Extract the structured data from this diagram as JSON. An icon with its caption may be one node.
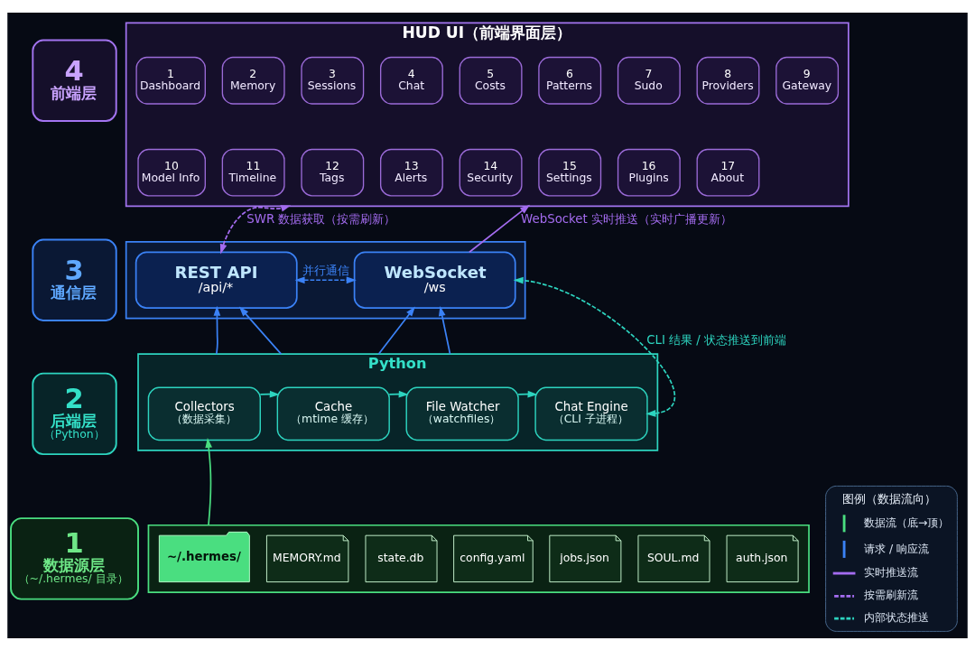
{
  "diagram": {
    "nodes": [
      {
        "text": [
          "4",
          "前端层"
        ]
      },
      {
        "text": [
          "HUD UI（前端界面层）"
        ]
      },
      {
        "text": [
          "1",
          "Dashboard"
        ],
        "in": 1
      },
      {
        "text": [
          "2",
          "Memory"
        ],
        "in": 1
      },
      {
        "text": [
          "3",
          "Sessions"
        ],
        "in": 1
      },
      {
        "text": [
          "4",
          "Chat"
        ],
        "in": 1
      },
      {
        "text": [
          "5",
          "Costs"
        ],
        "in": 1
      },
      {
        "text": [
          "6",
          "Patterns"
        ],
        "in": 1
      },
      {
        "text": [
          "7",
          "Sudo"
        ],
        "in": 1
      },
      {
        "text": [
          "8",
          "Providers"
        ],
        "in": 1
      },
      {
        "text": [
          "9",
          "Gateway"
        ],
        "in": 1
      },
      {
        "text": [
          "10",
          "Model Info"
        ],
        "in": 1
      },
      {
        "text": [
          "11",
          "Timeline"
        ],
        "in": 1
      },
      {
        "text": [
          "12",
          "Tags"
        ],
        "in": 1
      },
      {
        "text": [
          "13",
          "Alerts"
        ],
        "in": 1
      },
      {
        "text": [
          "14",
          "Security"
        ],
        "in": 1
      },
      {
        "text": [
          "15",
          "Settings"
        ],
        "in": 1
      },
      {
        "text": [
          "16",
          "Plugins"
        ],
        "in": 1
      },
      {
        "text": [
          "17",
          "About"
        ],
        "in": 1
      },
      {
        "text": [
          "3",
          "通信层"
        ]
      },
      {
        "text": [],
        "shape": "box"
      },
      {
        "text": [
          "REST API",
          "/api/*"
        ],
        "in": 20
      },
      {
        "text": [
          "WebSocket",
          "/ws"
        ],
        "in": 20
      },
      {
        "text": [
          "2",
          "后端层",
          "（Python）"
        ]
      },
      {
        "text": [
          "Python"
        ]
      },
      {
        "text": [
          "Collectors",
          "（数据采集）"
        ],
        "in": 24
      },
      {
        "text": [
          "Cache",
          "（mtime 缓存）"
        ],
        "in": 24
      },
      {
        "text": [
          "File Watcher",
          "（watchfiles）"
        ],
        "in": 24
      },
      {
        "text": [
          "Chat Engine",
          "（CLI 子进程）"
        ],
        "in": 24
      },
      {
        "text": [
          "1",
          "数据源层",
          "（~/.hermes/ 目录）"
        ]
      },
      {
        "text": [],
        "shape": "box"
      },
      {
        "text": [
          "~/.hermes/"
        ],
        "in": 30
      },
      {
        "text": [
          "MEMORY.md"
        ],
        "in": 30
      },
      {
        "text": [
          "state.db"
        ],
        "in": 30
      },
      {
        "text": [
          "config.yaml"
        ],
        "in": 30
      },
      {
        "text": [
          "jobs.json"
        ],
        "in": 30
      },
      {
        "text": [
          "SOUL.md"
        ],
        "in": 30
      },
      {
        "text": [
          "auth.json"
        ],
        "in": 30
      }
    ],
    "edges": [
      {
        "from": 21,
        "to": 1,
        "arrow": "both",
        "label": "SWR 数据获取（按需刷新）",
        "style": "dashed",
        "color": "#a46cf0"
      },
      {
        "from": 22,
        "to": 1,
        "arrow": "to",
        "label": "WebSocket 实时推送（实时广播更新）",
        "color": "#a46cf0"
      },
      {
        "from": 21,
        "to": 22,
        "arrow": "both",
        "label": "并行通信",
        "style": "dashed"
      },
      {
        "from": 24,
        "to": 21,
        "arrow": "to"
      },
      {
        "from": 24,
        "to": 21,
        "arrow": "to"
      },
      {
        "from": 24,
        "to": 22,
        "arrow": "to"
      },
      {
        "from": 24,
        "to": 22,
        "arrow": "to"
      },
      {
        "from": 25,
        "to": 26,
        "arrow": "to",
        "color": "#2dd4bf"
      },
      {
        "from": 26,
        "to": 27,
        "arrow": "to",
        "color": "#2dd4bf"
      },
      {
        "from": 27,
        "to": 28,
        "arrow": "to",
        "color": "#2dd4bf"
      },
      {
        "from": 28,
        "to": 22,
        "arrow": "both",
        "label": "CLI 结果 / 状态推送到前端",
        "style": "dashed",
        "color": "#2dd4bf"
      },
      {
        "from": 30,
        "to": 25,
        "arrow": "to",
        "color": "#4ade80"
      }
    ],
    "labels": [
      "图例（数据流向）"
    ],
    "legend": [
      {
        "text": "数据流（底→顶）"
      },
      {
        "text": "请求 / 响应流"
      },
      {
        "text": "实时推送流"
      },
      {
        "text": "按需刷新流"
      },
      {
        "text": "内部状态推送"
      }
    ]
  }
}
